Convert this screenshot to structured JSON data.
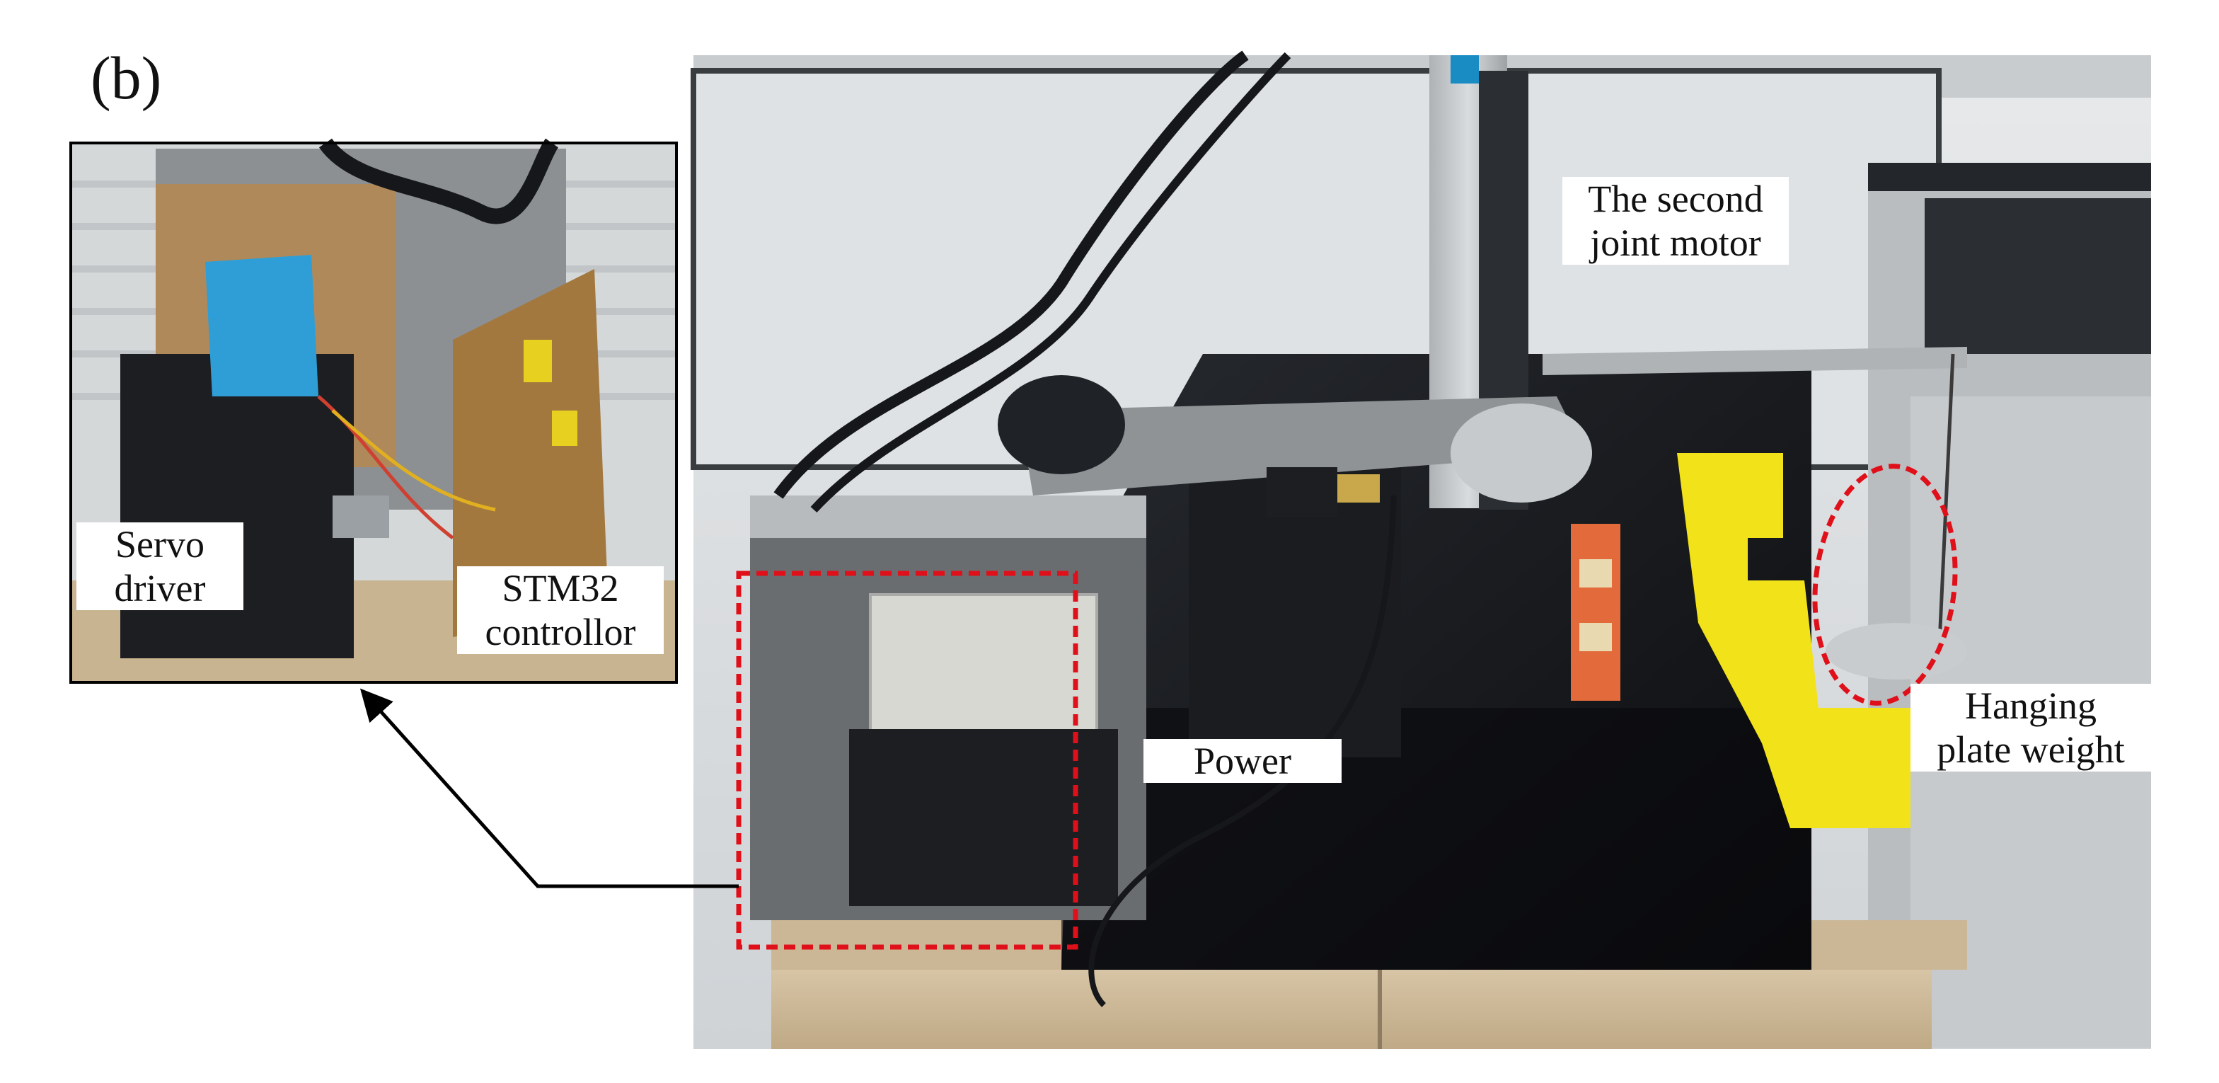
{
  "figure": {
    "panel_letter": "(b)",
    "labels": {
      "servo_driver": [
        "Servo",
        "driver"
      ],
      "stm32_controllor": [
        "STM32",
        "controllor"
      ],
      "second_joint_motor": [
        "The second",
        "joint motor"
      ],
      "power": [
        "Power"
      ],
      "hanging_plate_weight": [
        "Hanging",
        "plate weight"
      ]
    },
    "colors": {
      "callout_dash": "#e0101a",
      "arrow": "#000000",
      "inset_border": "#000000",
      "yellow_plate": "#f2e21a",
      "table_top": "#111317",
      "partition": "#dcdfe2"
    }
  }
}
